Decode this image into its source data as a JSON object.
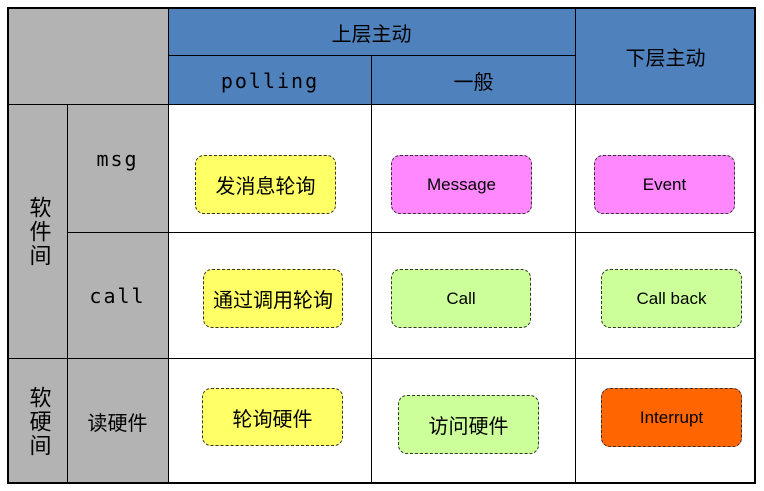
{
  "header": {
    "upper_active": "上层主动",
    "polling": "polling",
    "general": "一般",
    "lower_active": "下层主动"
  },
  "rows": {
    "group_software": "软件间",
    "group_hardware": "软硬间",
    "msg": "msg",
    "call": "call",
    "read_hw": "读硬件"
  },
  "cells": {
    "msg_polling": "发消息轮询",
    "msg_general": "Message",
    "msg_lower": "Event",
    "call_polling": "通过调用轮询",
    "call_general": "Call",
    "call_lower": "Call back",
    "hw_polling": "轮询硬件",
    "hw_general": "访问硬件",
    "hw_lower": "Interrupt"
  },
  "colors": {
    "header_blue": "#4f81bd",
    "gray": "#b3b3b3",
    "yellow": "#ffff66",
    "magenta": "#ff88ff",
    "green": "#ccff99",
    "orange": "#ff6600"
  }
}
